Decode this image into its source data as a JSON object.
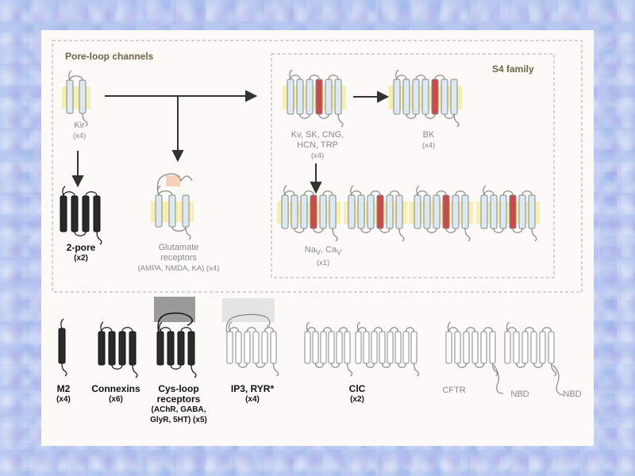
{
  "section_titles": {
    "pore_loop": "Pore-loop channels",
    "s4_family": "S4 family"
  },
  "labels": {
    "kir": {
      "name": "Kir",
      "count": "(x4)"
    },
    "two_pore": {
      "name": "2-pore",
      "count": "(x2)"
    },
    "glutamate": {
      "name": "Glutamate",
      "name2": "receptors",
      "detail": "(AMPA, NMDA, KA) (x4)"
    },
    "kv": {
      "name": "Kv, SK, CNG,",
      "name2": "HCN, TRP",
      "count": "(x4)"
    },
    "bk": {
      "name": "BK",
      "count": "(x4)"
    },
    "nav": {
      "name_html": "Na<sub>V</sub>, Ca<sub>V</sub>",
      "count": "(x1)"
    },
    "m2": {
      "name": "M2",
      "count": "(x4)"
    },
    "connexins": {
      "name": "Connexins",
      "count": "(x6)"
    },
    "cysloop": {
      "name": "Cys-loop",
      "name2": "receptors",
      "detail1": "(AChR, GABA,",
      "detail2": "GlyR, 5HT) (x5)"
    },
    "ip3": {
      "name": "IP3, RYR*",
      "count": "(x4)"
    },
    "cic": {
      "name": "ClC",
      "count": "(x2)"
    },
    "cftr": {
      "name": "CFTR"
    },
    "nbd1": {
      "name": "NBD"
    },
    "nbd2": {
      "name": "NBD"
    }
  },
  "colors": {
    "membrane": "#f6eba0",
    "helix": "#dde9f0",
    "s4_helix": "#c84a4a",
    "ligand": "#f4c9b0",
    "dark_helix": "#2a2a2a"
  }
}
